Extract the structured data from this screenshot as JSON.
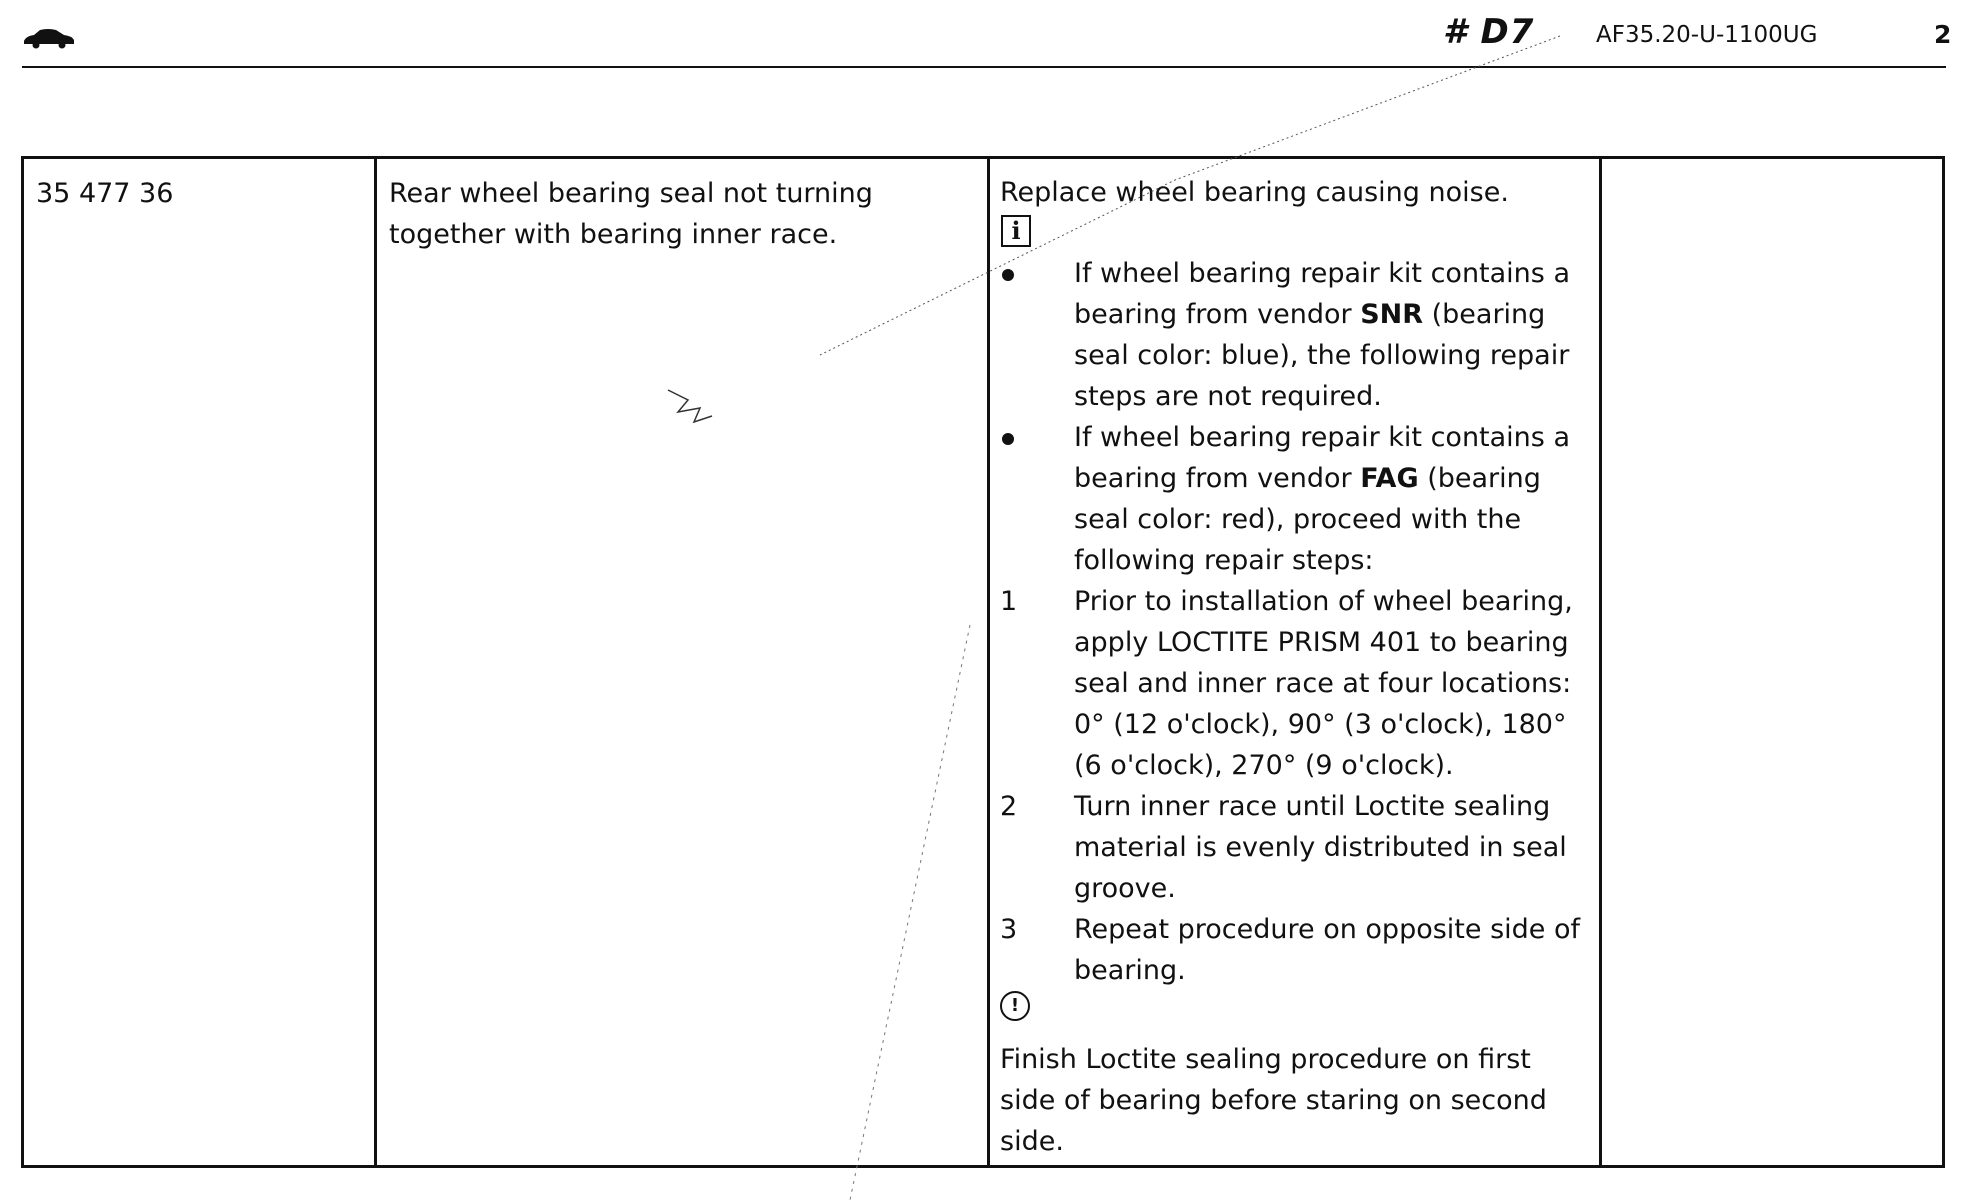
{
  "header": {
    "car_icon": "car-icon",
    "doc_code": "# D7",
    "doc_ref": "AF35.20-U-1100UG",
    "page_number": "2"
  },
  "table": {
    "row": {
      "code": "35 477 36",
      "cause": "Rear wheel bearing seal not turning together with bearing inner race.",
      "remedy": {
        "heading": "Replace wheel bearing causing noise.",
        "info_icon": "info-icon",
        "info_glyph": "i",
        "items": [
          {
            "marker_type": "bullet",
            "parts": [
              {
                "text": "If wheel bearing repair kit contains a bearing from vendor "
              },
              {
                "text": "SNR",
                "bold": true
              },
              {
                "text": " (bearing seal color: blue), the following repair steps are not required."
              }
            ]
          },
          {
            "marker_type": "bullet",
            "parts": [
              {
                "text": "If wheel bearing repair kit contains a bearing from vendor "
              },
              {
                "text": "FAG",
                "bold": true
              },
              {
                "text": " (bearing seal color: red), proceed with the following repair steps:"
              }
            ]
          },
          {
            "marker_type": "number",
            "marker": "1",
            "parts": [
              {
                "text": "Prior to installation of wheel bearing, apply LOCTITE PRISM 401 to bearing seal and inner race at four locations: 0° (12 o'clock), 90° (3 o'clock), 180° (6 o'clock), 270° (9 o'clock)."
              }
            ]
          },
          {
            "marker_type": "number",
            "marker": "2",
            "parts": [
              {
                "text": "Turn inner race until Loctite sealing material is evenly distributed in seal groove."
              }
            ]
          },
          {
            "marker_type": "number",
            "marker": "3",
            "parts": [
              {
                "text": "Repeat procedure on opposite side of bearing."
              }
            ]
          }
        ],
        "note_icon": "note-icon",
        "note_glyph": "!",
        "note": "Finish Loctite sealing procedure on first side of bearing before staring on second side."
      },
      "extra": ""
    }
  }
}
